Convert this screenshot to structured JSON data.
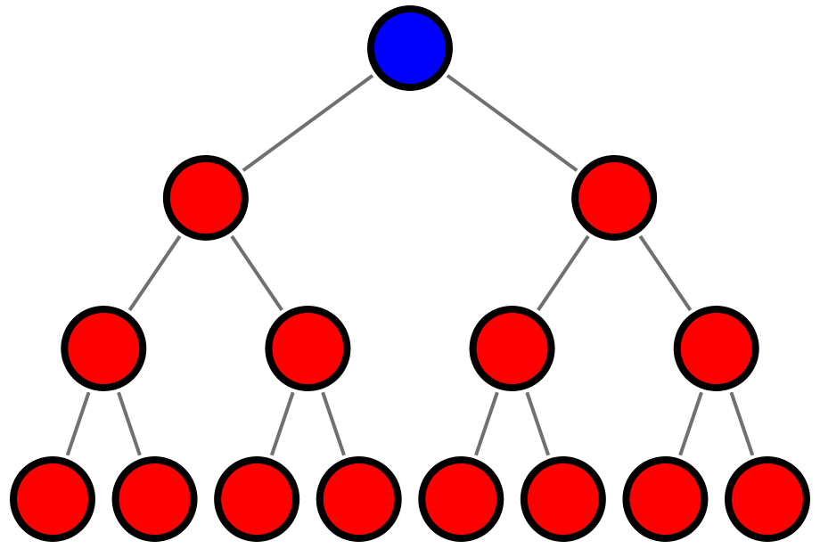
{
  "diagram": {
    "type": "binary-tree",
    "depth": 4,
    "colors": {
      "root": "#0000ff",
      "node": "#ff0000",
      "outline": "#000000",
      "edge": "#707070",
      "background": "#ffffff"
    },
    "levels": [
      {
        "level": 0,
        "node_count": 1,
        "color_role": "root"
      },
      {
        "level": 1,
        "node_count": 2,
        "color_role": "node"
      },
      {
        "level": 2,
        "node_count": 4,
        "color_role": "node"
      },
      {
        "level": 3,
        "node_count": 8,
        "color_role": "node"
      }
    ]
  }
}
